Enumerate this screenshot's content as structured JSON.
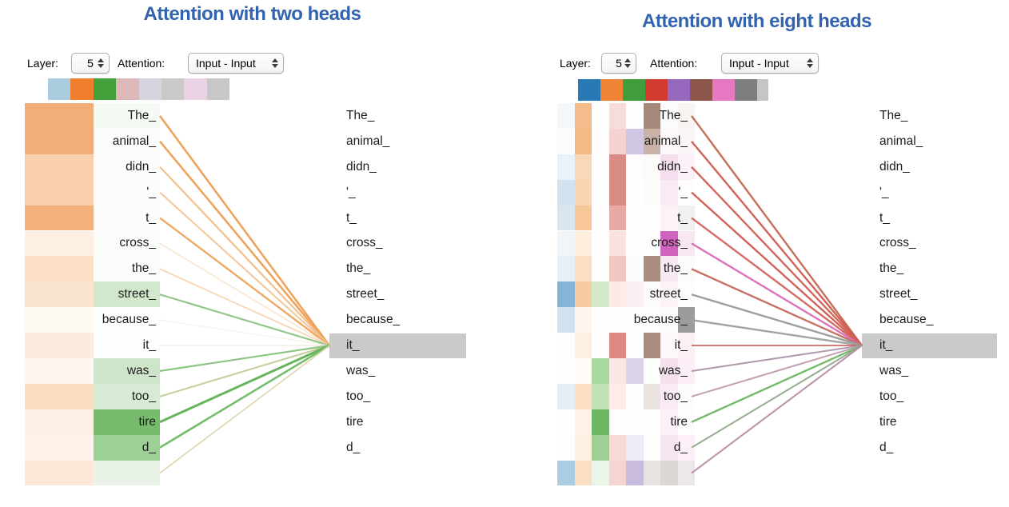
{
  "title_color": "#3263ae",
  "panels": [
    {
      "id": "two-heads",
      "title": "Attention with two heads",
      "controls": {
        "layer_label": "Layer:",
        "layer_value": "5",
        "attention_label": "Attention:",
        "attention_value": "Input - Input"
      },
      "head_colors": [
        "#abcbdf",
        "#ef7f2e",
        "#43a13c",
        "#dcb8b8",
        "#d6d3de",
        "#cbc9c8",
        "#e9d2e4",
        "#c7c7c7"
      ],
      "tokens": [
        "The_",
        "animal_",
        "didn_",
        "'_",
        "t_",
        "cross_",
        "the_",
        "street_",
        "because_",
        "it_",
        "was_",
        "too_",
        "tire",
        "d_",
        ""
      ],
      "right_tokens": [
        "The_",
        "animal_",
        "didn_",
        "'_",
        "t_",
        "cross_",
        "the_",
        "street_",
        "because_",
        "it_",
        "was_",
        "too_",
        "tire",
        "d_"
      ],
      "highlighted_token": "it_",
      "highlighted_index": 9,
      "highlight_color": "#cacaca",
      "heatmap": {
        "columns": [
          {
            "head": "head-2-orange",
            "cells": [
              "#f2ae77",
              "#f2ae77",
              "#f8d0ae",
              "#f8d0ae",
              "#f3b17c",
              "#fdf0e3",
              "#fbdfc7",
              "#fae3cf",
              "#fef8f3",
              "#fcece0",
              "#fef7f1",
              "#f9ddc2",
              "#fdf0e5",
              "#fdf2ea",
              "#fbe8d9"
            ]
          },
          {
            "head": "head-3-green",
            "cells": [
              "#f6faf4",
              "#fbfdfa",
              "#fcfdfb",
              "#fcfdfb",
              "#fbfdfa",
              "#f9fcf8",
              "#fafcf9",
              "#d2e8cd",
              "#fcfefc",
              "#fdfefd",
              "#cde5c8",
              "#d8ecd5",
              "#77bc6d",
              "#9dd094",
              "#e9f3e7"
            ]
          }
        ]
      },
      "lines": [
        {
          "row": 0,
          "color": "#eda057",
          "width": 2.6
        },
        {
          "row": 1,
          "color": "#eda057",
          "width": 2.6
        },
        {
          "row": 2,
          "color": "#f3bc85",
          "width": 2.2
        },
        {
          "row": 3,
          "color": "#f4c392",
          "width": 2.0
        },
        {
          "row": 4,
          "color": "#eea45e",
          "width": 2.4
        },
        {
          "row": 5,
          "color": "#fae4cd",
          "width": 1.6
        },
        {
          "row": 6,
          "color": "#f7d3b2",
          "width": 1.8
        },
        {
          "row": 7,
          "color": "#8cc483",
          "width": 2.2
        },
        {
          "row": 8,
          "color": "#f6efe7",
          "width": 1.2
        },
        {
          "row": 9,
          "color": "#f0e6dc",
          "width": 1.2
        },
        {
          "row": 10,
          "color": "#86c17d",
          "width": 2.2
        },
        {
          "row": 11,
          "color": "#9ccd93",
          "width": 2.0
        },
        {
          "row": 11,
          "color": "#d6cd9d",
          "width": 1.4
        },
        {
          "row": 12,
          "color": "#5fb055",
          "width": 3.0
        },
        {
          "row": 13,
          "color": "#6fb966",
          "width": 2.6
        },
        {
          "row": 14,
          "color": "#ddd3a8",
          "width": 1.6
        }
      ]
    },
    {
      "id": "eight-heads",
      "title": "Attention with eight heads",
      "controls": {
        "layer_label": "Layer:",
        "layer_value": "5",
        "attention_label": "Attention:",
        "attention_value": "Input - Input"
      },
      "head_colors": [
        "#2979b5",
        "#ef8336",
        "#3f9e3b",
        "#d13b30",
        "#9568bd",
        "#8d564a",
        "#e678c2",
        "#7e7e7e"
      ],
      "tokens": [
        "The_",
        "animal_",
        "didn_",
        "'_",
        "t_",
        "cross_",
        "the_",
        "street_",
        "because_",
        "it_",
        "was_",
        "too_",
        "tire",
        "d_",
        ""
      ],
      "right_tokens": [
        "The_",
        "animal_",
        "didn_",
        "'_",
        "t_",
        "cross_",
        "the_",
        "street_",
        "because_",
        "it_",
        "was_",
        "too_",
        "tire",
        "d_"
      ],
      "highlighted_token": "it_",
      "highlighted_index": 9,
      "highlight_color": "#cacaca",
      "heatmap": {
        "columns": [
          {
            "head": "head-1-blue",
            "cells": [
              "#f5f8fa",
              "#fafcfd",
              "#eaf2f7",
              "#d2e2ee",
              "#d8e6f0",
              "#eff5f9",
              "#e6eff5",
              "#85b5d6",
              "#d1e2ee",
              "#fcfdfe",
              "#fdfefe",
              "#e5eef5",
              "#fdfefe",
              "#fcfdfe",
              "#abcce1"
            ]
          },
          {
            "head": "head-2-orange",
            "cells": [
              "#f5bb8a",
              "#f5b986",
              "#f9d8ba",
              "#f9d5b4",
              "#f7c799",
              "#fdeedd",
              "#fbdfc5",
              "#f8cba0",
              "#fdf5ee",
              "#fdf0e2",
              "#fefaf6",
              "#fbe0c6",
              "#fdf2e6",
              "#fdf0e0",
              "#fbdfc4"
            ]
          },
          {
            "head": "head-3-green",
            "cells": [
              "#fdfefd",
              "#fefefe",
              "#fefefe",
              "#fefefe",
              "#fefefe",
              "#fefefe",
              "#fefefe",
              "#d3e9cb",
              "#fefefe",
              "#fefefe",
              "#a9d8a0",
              "#c2e2ba",
              "#6cb763",
              "#9ed095",
              "#eaf4e7"
            ]
          },
          {
            "head": "head-4-red",
            "cells": [
              "#f6dcda",
              "#f3d4d3",
              "#d98b86",
              "#d98b86",
              "#e7a9a3",
              "#f8e2df",
              "#f1c7c2",
              "#fbeae8",
              "#fefdfd",
              "#dd8a84",
              "#f8e7e5",
              "#fcebe9",
              "#fefcfc",
              "#f6dbd4",
              "#f5d5d2"
            ]
          },
          {
            "head": "head-5-purple",
            "cells": [
              "#fefefe",
              "#d0c5e3",
              "#fefcfd",
              "#fefefe",
              "#fefefe",
              "#fefefe",
              "#fdfcfd",
              "#faf0f3",
              "#fefefe",
              "#fefefe",
              "#dcd3e9",
              "#fefefe",
              "#fefefe",
              "#f0ecf5",
              "#c9bbdd"
            ]
          },
          {
            "head": "head-6-brown",
            "cells": [
              "#a58878",
              "#c9b2a8",
              "#fdfbfa",
              "#fdfcfb",
              "#fefdfd",
              "#fefefe",
              "#ab8d80",
              "#fdfbfa",
              "#fefdfd",
              "#ab8d7f",
              "#fefdfd",
              "#eae4e1",
              "#fefefe",
              "#fefdfd",
              "#e8e3e0"
            ]
          },
          {
            "head": "head-7-pink",
            "cells": [
              "#fdfafc",
              "#fdf9fb",
              "#f5dfee",
              "#f9ebf4",
              "#fcf3f9",
              "#cf63bd",
              "#f9e9f3",
              "#fcf4f9",
              "#fdfafc",
              "#fdf8fb",
              "#f5e1ee",
              "#f8ebf4",
              "#fbeff8",
              "#f7e6f2",
              "#dbd7d5"
            ]
          },
          {
            "head": "head-8-gray",
            "cells": [
              "#f8f4f2",
              "#fbf5f8",
              "#fcf1f8",
              "#fefcfd",
              "#f1eff0",
              "#f8e7f1",
              "#fdfafc",
              "#fefcfd",
              "#9c9c9c",
              "#fbf0f6",
              "#fbeef7",
              "#fdfbfc",
              "#fefdfe",
              "#fceff9",
              "#ece7ea"
            ]
          }
        ]
      },
      "lines": [
        {
          "row": 0,
          "color": "#c2684f",
          "width": 2.4
        },
        {
          "row": 1,
          "color": "#ce5a50",
          "width": 2.4
        },
        {
          "row": 2,
          "color": "#d05f55",
          "width": 2.4
        },
        {
          "row": 3,
          "color": "#cf5b51",
          "width": 2.4
        },
        {
          "row": 4,
          "color": "#d16459",
          "width": 2.4
        },
        {
          "row": 5,
          "color": "#dc6cb9",
          "width": 2.4
        },
        {
          "row": 6,
          "color": "#c66a5d",
          "width": 2.4
        },
        {
          "row": 7,
          "color": "#9a9a9a",
          "width": 2.4
        },
        {
          "row": 8,
          "color": "#a0a0a0",
          "width": 2.4
        },
        {
          "row": 9,
          "color": "#c9564e",
          "width": 1.6
        },
        {
          "row": 10,
          "color": "#ad94a8",
          "width": 2.0
        },
        {
          "row": 11,
          "color": "#c09ab0",
          "width": 2.0
        },
        {
          "row": 12,
          "color": "#6db763",
          "width": 2.4
        },
        {
          "row": 13,
          "color": "#8fa98b",
          "width": 2.0
        },
        {
          "row": 14,
          "color": "#b78ba5",
          "width": 2.0
        }
      ]
    }
  ]
}
